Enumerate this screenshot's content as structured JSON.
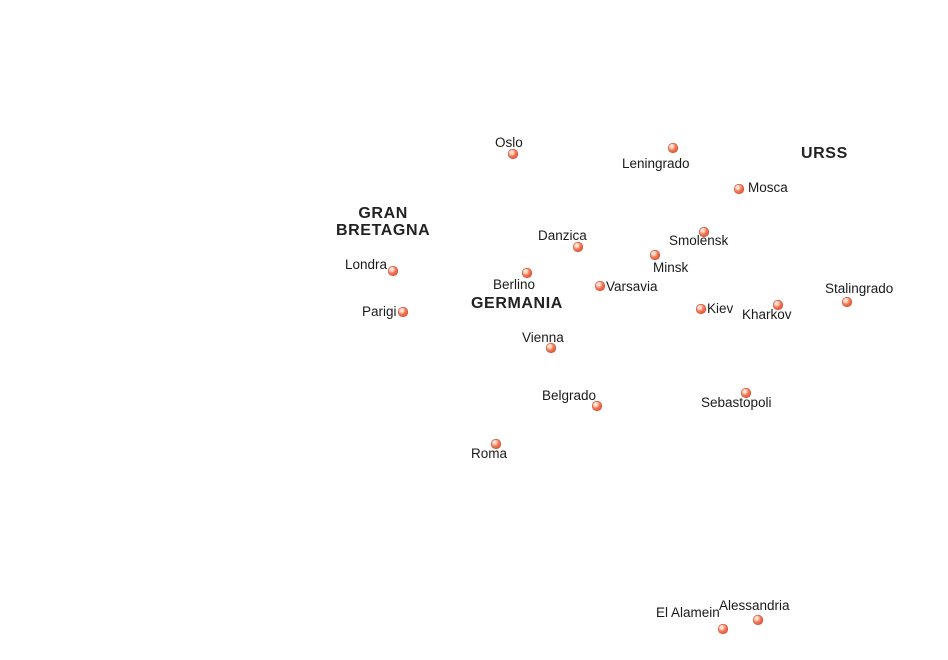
{
  "map": {
    "marker_color": "#e8573a",
    "label_color": "#1a1a1a",
    "countries": {
      "uk_line1": "GRAN",
      "uk_line2": "BRETAGNA",
      "germany": "GERMANIA",
      "ussr": "URSS"
    },
    "cities": {
      "oslo": "Oslo",
      "leningrado": "Leningrado",
      "mosca": "Mosca",
      "danzica": "Danzica",
      "smolensk": "Smolensk",
      "minsk": "Minsk",
      "londra": "Londra",
      "berlino": "Berlino",
      "varsavia": "Varsavia",
      "stalingrado": "Stalingrado",
      "parigi": "Parigi",
      "kiev": "Kiev",
      "kharkov": "Kharkov",
      "vienna": "Vienna",
      "belgrado": "Belgrado",
      "sebastopoli": "Sebastopoli",
      "roma": "Roma",
      "el_alamein": "El Alamein",
      "alessandria": "Alessandria"
    }
  }
}
